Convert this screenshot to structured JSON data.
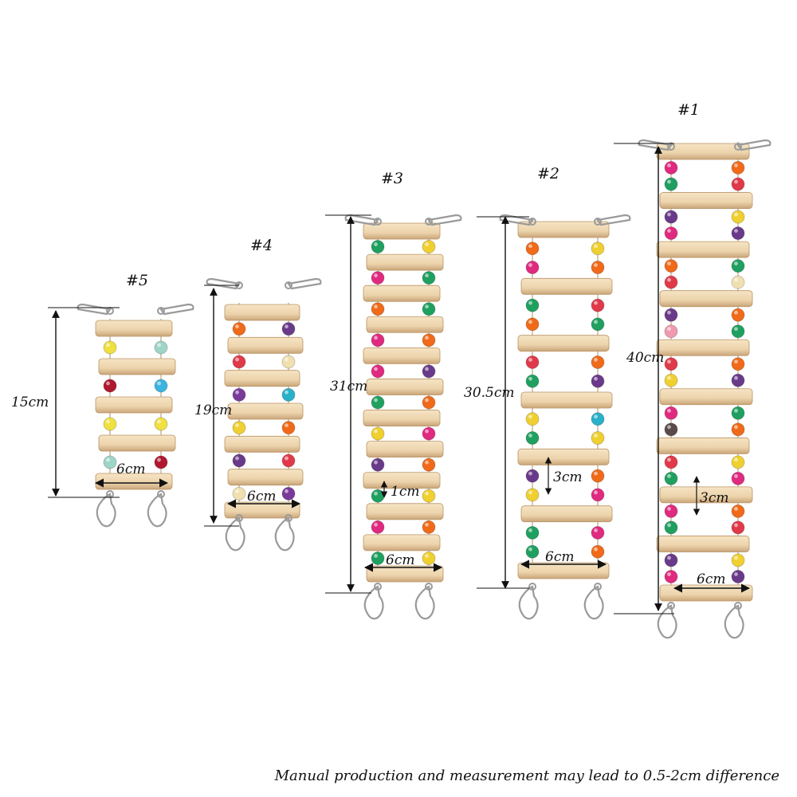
{
  "ladders": [
    {
      "id": "5",
      "label": "#5",
      "height_label": "15cm",
      "width_label": "6cm",
      "rungs": 5,
      "beads": [
        "#f0e040",
        "#9fd4c8",
        "#b01830",
        "#3cb4e0",
        "#f0e040"
      ]
    },
    {
      "id": "4",
      "label": "#4",
      "height_label": "19cm",
      "width_label": "6cm",
      "rungs": 7,
      "beads": [
        "#f06a1a",
        "#6a3a8a",
        "#e03a4a",
        "#f0e0b0",
        "#7a3a9a",
        "#2ab0c8",
        "#f0d030"
      ]
    },
    {
      "id": "3",
      "label": "#3",
      "height_label": "31cm",
      "width_label": "6cm",
      "spacing_label": "1cm",
      "rungs": 12,
      "beads": [
        "#20a060",
        "#f0d030",
        "#e02a80",
        "#20a060",
        "#f06a1a",
        "#20a060",
        "#e02a80",
        "#f06a1a",
        "#e02a80",
        "#6a3a8a",
        "#20a060",
        "#f06a1a",
        "#f0d030",
        "#e02a80",
        "#6a3a8a",
        "#f06a1a",
        "#20a060",
        "#f0d030",
        "#e02a80",
        "#f06a1a"
      ]
    },
    {
      "id": "2",
      "label": "#2",
      "height_label": "30.5cm",
      "width_label": "6cm",
      "spacing_label": "3cm",
      "rungs": 7,
      "beads": [
        "#f06a1a",
        "#f0d030",
        "#e02a80",
        "#f06a1a",
        "#20a060",
        "#e03a4a",
        "#f06a1a",
        "#20a060",
        "#e03a4a",
        "#f06a1a",
        "#20a060",
        "#6a3a8a",
        "#f0d030",
        "#2ab0c8",
        "#20a060",
        "#f0d030",
        "#6a3a8a",
        "#f06a1a",
        "#f0d030",
        "#e02a80",
        "#20a060",
        "#e02a80",
        "#20a060",
        "#f06a1a"
      ]
    },
    {
      "id": "1",
      "label": "#1",
      "height_label": "40cm",
      "width_label": "6cm",
      "spacing_label": "3cm",
      "rungs": 10,
      "beads": [
        "#e02a80",
        "#f06a1a",
        "#20a060",
        "#e03a4a",
        "#6a3a8a",
        "#f0d030",
        "#e02a80",
        "#6a3a8a",
        "#f06a1a",
        "#20a060",
        "#e03a4a",
        "#f0e0b0",
        "#6a3a8a",
        "#f06a1a",
        "#f09ab0",
        "#20a060",
        "#e03a4a",
        "#f06a1a",
        "#f0d030",
        "#6a3a8a",
        "#e02a80",
        "#20a060",
        "#5a4a4a",
        "#f06a1a",
        "#e03a4a",
        "#f0d030",
        "#20a060",
        "#e02a80"
      ]
    }
  ],
  "footnote": "Manual production and measurement may lead to 0.5-2cm difference",
  "colors": {
    "wood": "#ecd3ab",
    "wood_shadow": "#caa579",
    "metal": "#9a9a9a"
  }
}
